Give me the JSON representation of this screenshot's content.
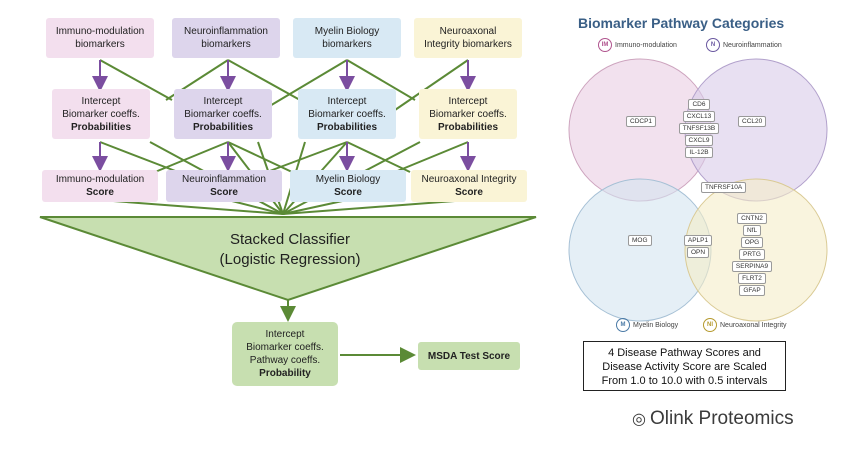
{
  "colors": {
    "immuno": "#f3dfee",
    "neuroinflam": "#ddd5ec",
    "myelin": "#d8e9f4",
    "neuroaxonal": "#faf4d6",
    "green_box": "#c7dfb0",
    "green_line": "#5b8a36",
    "arrow_purple": "#7b4ea0"
  },
  "pathways": [
    {
      "line1": "Immuno-modulation",
      "line2": "biomarkers"
    },
    {
      "line1": "Neuroinflammation",
      "line2": "biomarkers"
    },
    {
      "line1": "Myelin Biology",
      "line2": "biomarkers"
    },
    {
      "line1": "Neuroaxonal",
      "line2": "Integrity biomarkers"
    }
  ],
  "intercept": {
    "line1": "Intercept",
    "line2": "Biomarker coeffs.",
    "line3": "Probabilities"
  },
  "scores": [
    {
      "line1": "Immuno-modulation",
      "line2": "Score"
    },
    {
      "line1": "Neuroinflammation",
      "line2": "Score"
    },
    {
      "line1": "Myelin Biology",
      "line2": "Score"
    },
    {
      "line1": "Neuroaxonal Integrity",
      "line2": "Score"
    }
  ],
  "stacked": {
    "line1": "Stacked Classifier",
    "line2": "(Logistic Regression)"
  },
  "final_box": {
    "line1": "Intercept",
    "line2": "Biomarker coeffs.",
    "line3": "Pathway coeffs.",
    "line4": "Probability"
  },
  "test_score": "MSDA Test Score",
  "venn": {
    "title": "Biomarker Pathway Categories",
    "im": {
      "tag": "IM",
      "label": "Immuno-modulation"
    },
    "n": {
      "tag": "N",
      "label": "Neuroinflammation"
    },
    "m": {
      "tag": "M",
      "label": "Myelin Biology"
    },
    "ni": {
      "tag": "NI",
      "label": "Neuroaxonal Integrity"
    },
    "cdcp1": "CDCP1",
    "ccl20": "CCL20",
    "mog": "MOG",
    "tnfrsf10a": "TNFRSF10A",
    "im_n_overlap": [
      "CD6",
      "CXCL13",
      "TNFSF13B",
      "CXCL9",
      "IL-12B"
    ],
    "m_ni_overlap": [
      "APLP1",
      "OPN"
    ],
    "ni_only": [
      "CNTN2",
      "NfL",
      "OPG",
      "PRTG",
      "SERPINA9",
      "FLRT2",
      "GFAP"
    ]
  },
  "scale_text": {
    "line1": "4 Disease Pathway Scores and",
    "line2": "Disease Activity Score are Scaled",
    "line3": "From 1.0 to 10.0 with 0.5 intervals"
  },
  "watermark": "Olink Proteomics"
}
